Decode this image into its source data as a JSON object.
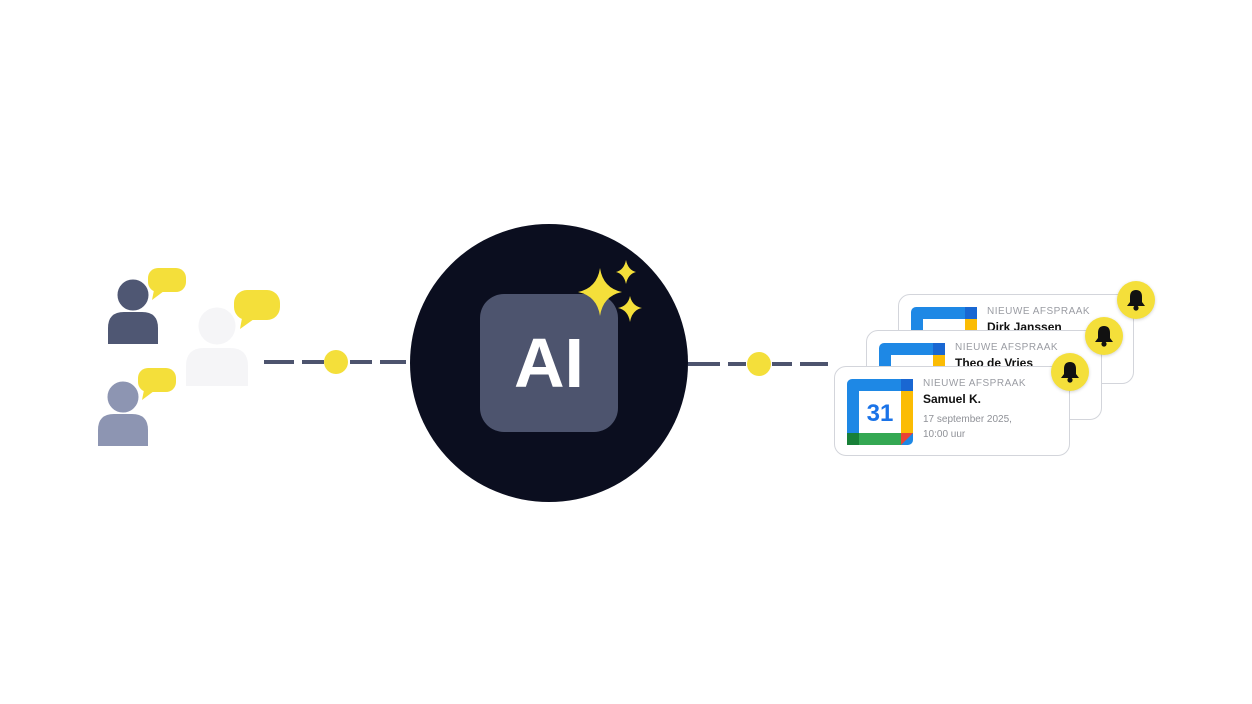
{
  "center": {
    "label": "AI"
  },
  "appointments": [
    {
      "kicker": "NIEUWE AFSPRAAK",
      "name": "Dirk Janssen"
    },
    {
      "kicker": "NIEUWE AFSPRAAK",
      "name": "Theo de Vries"
    },
    {
      "kicker": "NIEUWE AFSPRAAK",
      "name": "Samuel K.",
      "date": "17 september 2025,",
      "time": "10:00 uur",
      "calendar_day": "31"
    }
  ],
  "icons": [
    "person-icon",
    "speech-bubble-icon",
    "sparkle-icon",
    "calendar-icon",
    "bell-icon"
  ],
  "colors": {
    "navy": "#0b0e1f",
    "slate": "#4d546e",
    "yellow": "#f4df3a",
    "person_dark": "#4f5773",
    "person_light": "#8d95b2",
    "person_white": "#f5f5f7"
  }
}
